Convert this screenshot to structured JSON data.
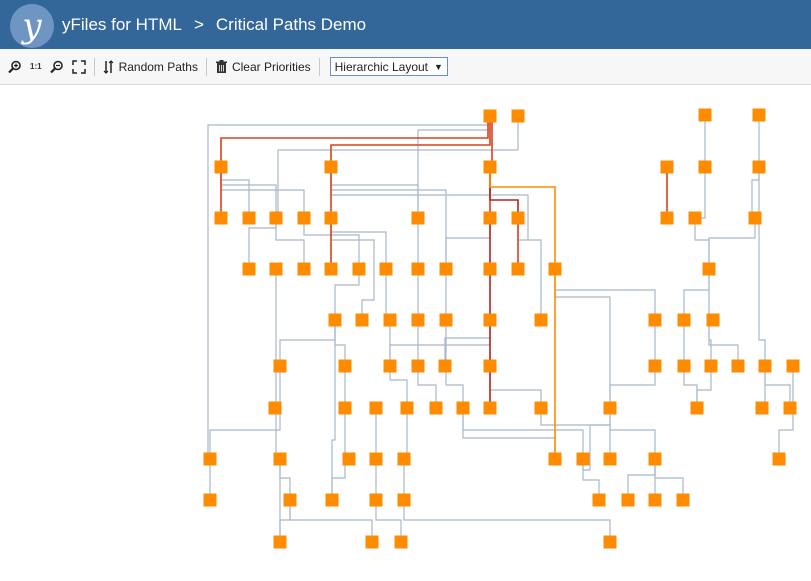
{
  "header": {
    "logo_letter": "y",
    "brand": "yFiles for HTML",
    "separator": ">",
    "title": "Critical Paths Demo"
  },
  "toolbar": {
    "zoom_in": "zoom-in-icon",
    "zoom_original_label": "1:1",
    "zoom_out": "zoom-out-icon",
    "fit": "fit-icon",
    "random_paths_label": "Random Paths",
    "clear_priorities_label": "Clear Priorities",
    "layout_select_value": "Hierarchic Layout"
  },
  "colors": {
    "header": "#336699",
    "node": "#FF8C00",
    "edge": "#A9B8C8",
    "path_red": "#D9411E",
    "path_dark": "#B22222",
    "path_orange": "#FF8C00"
  }
}
